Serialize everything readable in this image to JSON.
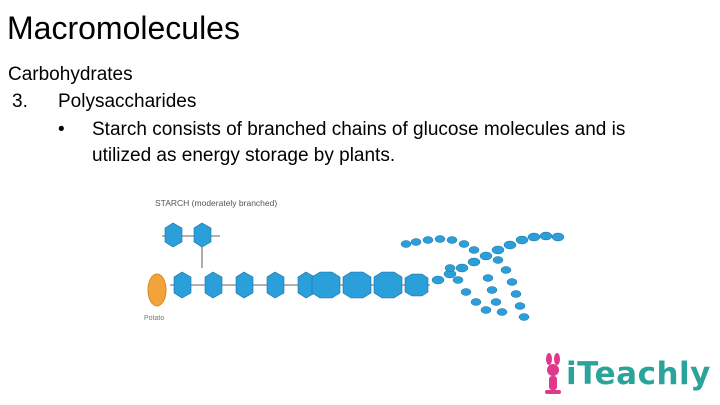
{
  "slide": {
    "title": "Macromolecules",
    "heading": "Carbohydrates",
    "list_number": "3.",
    "list_item": "Polysaccharides",
    "bullet": "•",
    "bullet_text_line1": "Starch consists of branched chains of glucose molecules and is",
    "bullet_text_line2": "utilized as energy storage by plants."
  },
  "figure": {
    "caption": "STARCH (moderately branched)",
    "potato_label": "Potato",
    "glucose_color": "#2b9fd9",
    "potato_color": "#f2a43a"
  },
  "logo": {
    "text": "iTeachly",
    "text_color": "#2aa39a",
    "mascot_color": "#e0388a"
  }
}
